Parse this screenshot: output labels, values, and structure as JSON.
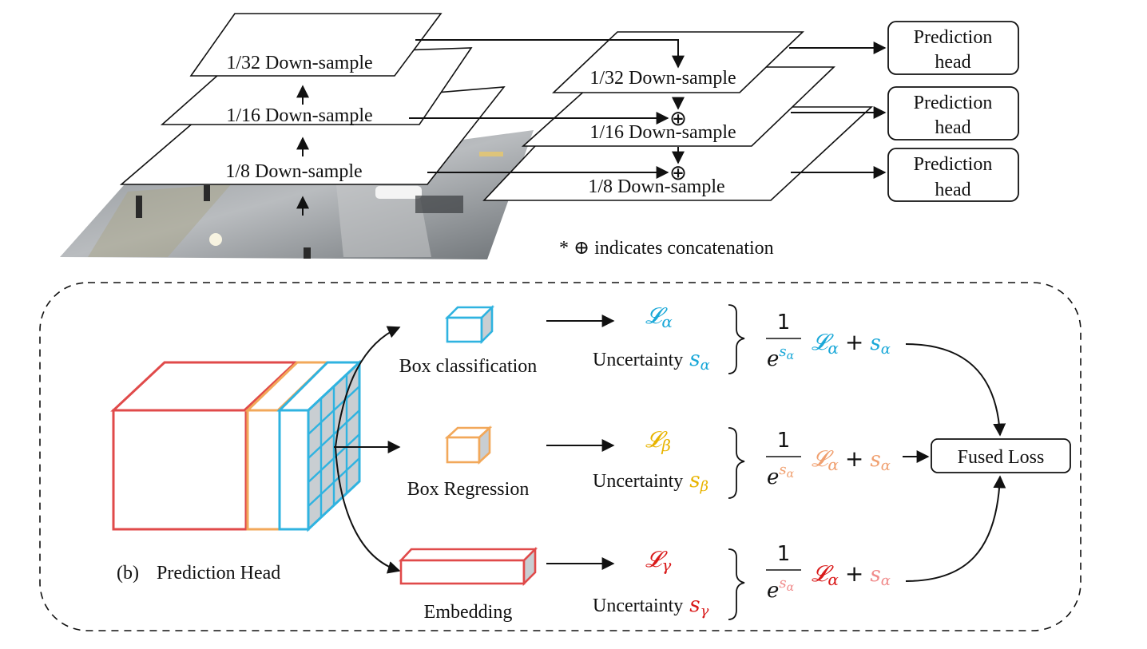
{
  "colors": {
    "red": "#e04a4a",
    "orange": "#f2a85a",
    "blue": "#2fb3e0",
    "gold": "#e8b400",
    "crimson": "#d91a1a",
    "teal": "#1aa8d8",
    "salmon": "#f08a8a",
    "peach": "#f0a070"
  },
  "top": {
    "left_layers": [
      "1/32 Down-sample",
      "1/16 Down-sample",
      "1/8 Down-sample"
    ],
    "right_layers": [
      "1/32 Down-sample",
      "1/16 Down-sample",
      "1/8 Down-sample"
    ],
    "heads": [
      {
        "line1": "Prediction",
        "line2": "head"
      },
      {
        "line1": "Prediction",
        "line2": "head"
      },
      {
        "line1": "Prediction",
        "line2": "head"
      }
    ],
    "concat_symbol": "⊕",
    "note": "* ⊕ indicates concatenation"
  },
  "bottom": {
    "panel_label": "(b)",
    "panel_title": "Prediction Head",
    "branches": [
      {
        "name": "Box classification",
        "loss": "𝓛",
        "sub": "α",
        "unc": "Uncertainty",
        "s": "s",
        "s_sub": "α"
      },
      {
        "name": "Box Regression",
        "loss": "𝓛",
        "sub": "β",
        "unc": "Uncertainty",
        "s": "s",
        "s_sub": "β"
      },
      {
        "name": "Embedding",
        "loss": "𝓛",
        "sub": "γ",
        "unc": "Uncertainty",
        "s": "s",
        "s_sub": "γ"
      }
    ],
    "formula": {
      "one": "1",
      "e": "e",
      "s": "s",
      "a": "α",
      "L": "𝓛",
      "plus": "+"
    },
    "fused_loss": "Fused Loss"
  }
}
